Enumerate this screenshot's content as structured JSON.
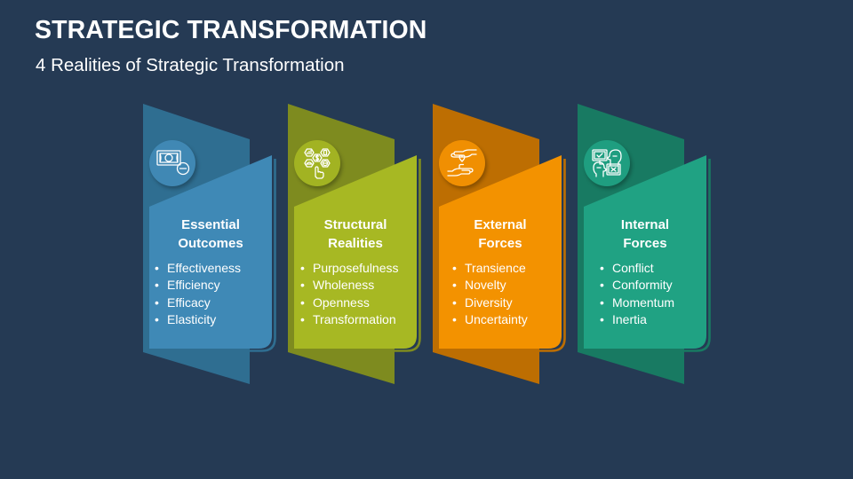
{
  "header": {
    "title": "STRATEGIC TRANSFORMATION",
    "subtitle": "4 Realities of Strategic Transformation"
  },
  "theme": {
    "background": "#253A54",
    "text": "#FFFFFF"
  },
  "cards": [
    {
      "title": [
        "Essential",
        "Outcomes"
      ],
      "icon": "money-minus-icon",
      "bullet": "•",
      "items": [
        "Effectiveness",
        "Efficiency",
        "Efficacy",
        "Elasticity"
      ],
      "colors": {
        "back": "#2F6E91",
        "front": "#3F89B6",
        "circle": "#4088B4"
      }
    },
    {
      "title": [
        "Structural",
        "Realities"
      ],
      "icon": "hexagon-hand-icon",
      "bullet": "•",
      "items": [
        "Purposefulness",
        "Wholeness",
        "Openness",
        "Transformation"
      ],
      "colors": {
        "back": "#7E8B1F",
        "front": "#A7B823",
        "circle": "#A2B322"
      }
    },
    {
      "title": [
        "External",
        "Forces"
      ],
      "icon": "hands-heart-icon",
      "bullet": "•",
      "items": [
        "Transience",
        "Novelty",
        "Diversity",
        "Uncertainty"
      ],
      "colors": {
        "back": "#BD6E02",
        "front": "#F39200",
        "circle": "#F08F02"
      }
    },
    {
      "title": [
        "Internal",
        "Forces"
      ],
      "icon": "conflict-heads-icon",
      "bullet": "•",
      "items": [
        "Conflict",
        "Conformity",
        "Momentum",
        "Inertia"
      ],
      "colors": {
        "back": "#187A62",
        "front": "#20A283",
        "circle": "#1F9E80"
      }
    }
  ]
}
